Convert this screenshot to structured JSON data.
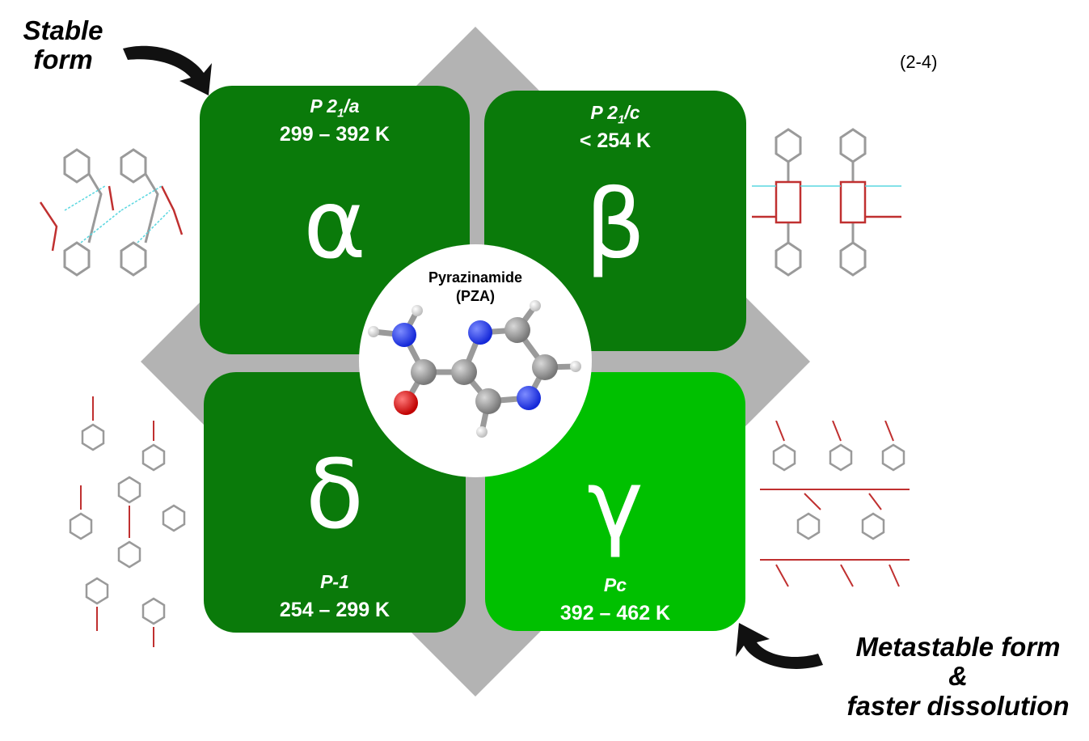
{
  "annotations": {
    "stable": [
      "Stable",
      "form"
    ],
    "metastable": [
      "Metastable form",
      "&",
      "faster dissolution"
    ],
    "reference": "(2-4)"
  },
  "center": {
    "name_line1": "Pyrazinamide",
    "name_line2": "(PZA)"
  },
  "forms": {
    "alpha": {
      "glyph": "α",
      "space_group_base": "P 2",
      "space_group_sub": "1",
      "space_group_tail": "/a",
      "temperature": "299 – 392 K"
    },
    "beta": {
      "glyph": "β",
      "space_group_base": "P 2",
      "space_group_sub": "1",
      "space_group_tail": "/c",
      "temperature": "< 254 K"
    },
    "delta": {
      "glyph": "δ",
      "space_group": "P-1",
      "temperature": "254 – 299 K"
    },
    "gamma": {
      "glyph": "γ",
      "space_group": "Pc",
      "temperature": "392 – 462 K"
    }
  },
  "colors": {
    "dark_green": "#0a7a0a",
    "light_green": "#00c000",
    "diamond_grey": "#b3b3b3",
    "nitrogen": "#1f3cff",
    "oxygen": "#e00000",
    "carbon": "#8a8a8a",
    "hydrogen": "#f2f2f2"
  }
}
